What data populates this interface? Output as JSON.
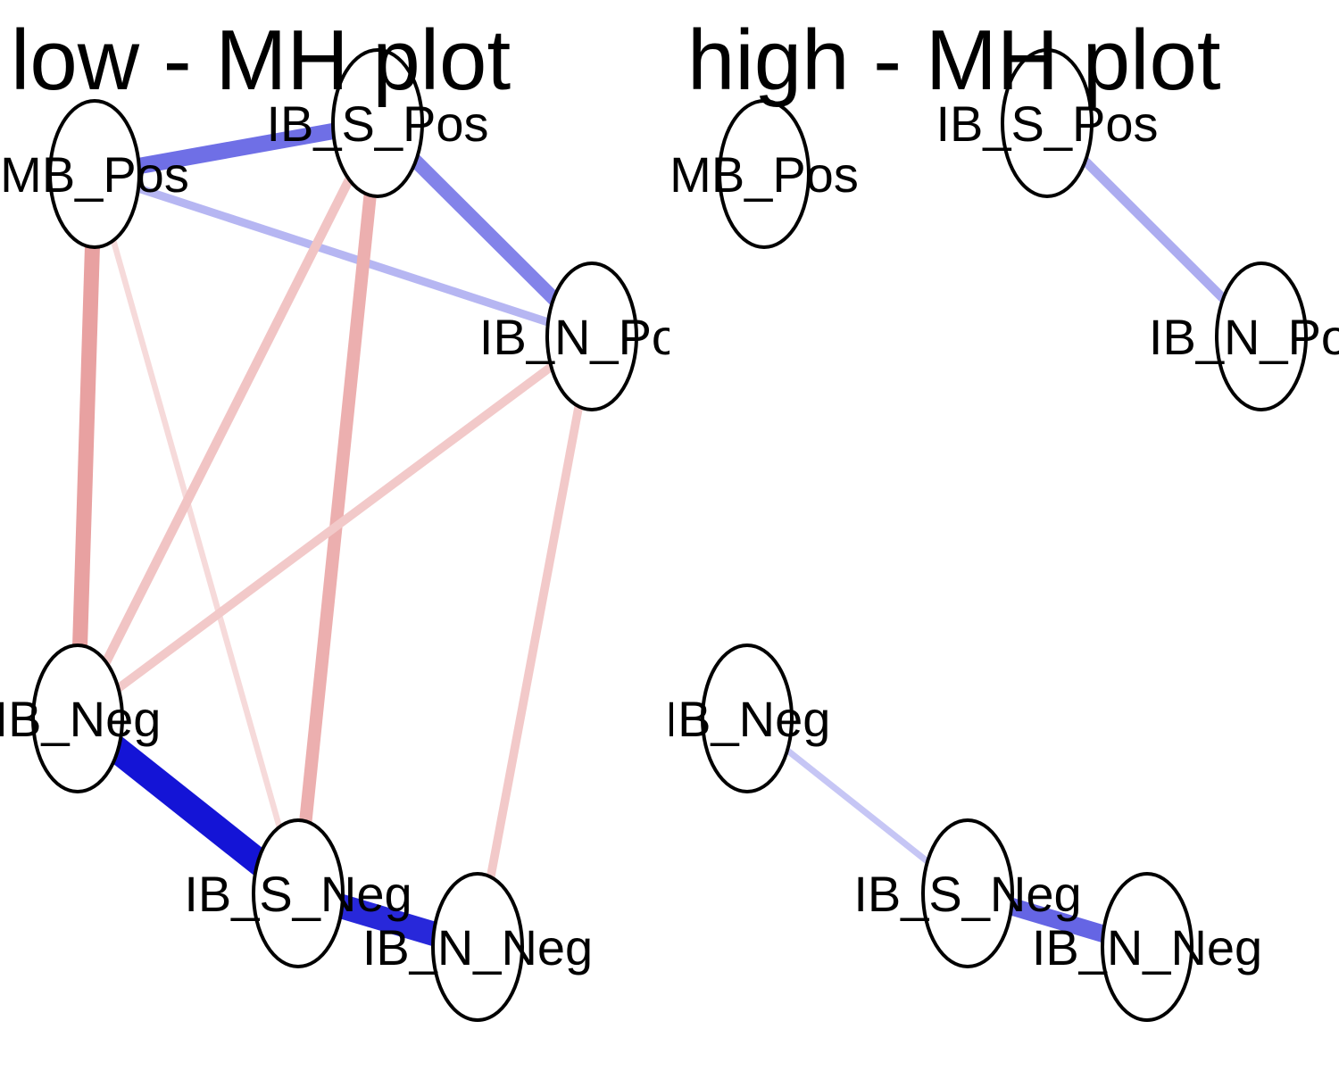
{
  "panels": [
    {
      "id": "low",
      "title": "low - MH plot",
      "nodes": [
        {
          "id": "MB_Pos",
          "label": "MB_Pos"
        },
        {
          "id": "IB_S_Pos",
          "label": "IB_S_Pos"
        },
        {
          "id": "IB_N_Pos",
          "label": "IB_N_Pos"
        },
        {
          "id": "IB_Neg",
          "label": "IB_Neg"
        },
        {
          "id": "IB_S_Neg",
          "label": "IB_S_Neg"
        },
        {
          "id": "IB_N_Neg",
          "label": "IB_N_Neg"
        }
      ],
      "edges": [
        {
          "from": "MB_Pos",
          "to": "IB_S_Pos",
          "sign": "positive",
          "strength": 0.55
        },
        {
          "from": "IB_S_Pos",
          "to": "IB_N_Pos",
          "sign": "positive",
          "strength": 0.45
        },
        {
          "from": "MB_Pos",
          "to": "IB_N_Pos",
          "sign": "positive",
          "strength": 0.2
        },
        {
          "from": "MB_Pos",
          "to": "IB_Neg",
          "sign": "negative",
          "strength": 0.5
        },
        {
          "from": "MB_Pos",
          "to": "IB_S_Neg",
          "sign": "negative",
          "strength": 0.1
        },
        {
          "from": "IB_S_Pos",
          "to": "IB_Neg",
          "sign": "negative",
          "strength": 0.25
        },
        {
          "from": "IB_S_Pos",
          "to": "IB_S_Neg",
          "sign": "negative",
          "strength": 0.4
        },
        {
          "from": "IB_N_Pos",
          "to": "IB_Neg",
          "sign": "negative",
          "strength": 0.22
        },
        {
          "from": "IB_N_Pos",
          "to": "IB_N_Neg",
          "sign": "negative",
          "strength": 0.22
        },
        {
          "from": "IB_Neg",
          "to": "IB_S_Neg",
          "sign": "positive",
          "strength": 1.0
        },
        {
          "from": "IB_S_Neg",
          "to": "IB_N_Neg",
          "sign": "positive",
          "strength": 0.9
        }
      ]
    },
    {
      "id": "high",
      "title": "high - MH plot",
      "nodes": [
        {
          "id": "MB_Pos",
          "label": "MB_Pos"
        },
        {
          "id": "IB_S_Pos",
          "label": "IB_S_Pos"
        },
        {
          "id": "IB_N_Pos",
          "label": "IB_N_Pos"
        },
        {
          "id": "IB_Neg",
          "label": "IB_Neg"
        },
        {
          "id": "IB_S_Neg",
          "label": "IB_S_Neg"
        },
        {
          "id": "IB_N_Neg",
          "label": "IB_N_Neg"
        }
      ],
      "edges": [
        {
          "from": "IB_S_Pos",
          "to": "IB_N_Pos",
          "sign": "positive",
          "strength": 0.25
        },
        {
          "from": "IB_Neg",
          "to": "IB_S_Neg",
          "sign": "positive",
          "strength": 0.12
        },
        {
          "from": "IB_S_Neg",
          "to": "IB_N_Neg",
          "sign": "positive",
          "strength": 0.6
        }
      ]
    }
  ],
  "colors": {
    "positive": "#1414d6",
    "negative": "#d75a5a",
    "background": "#ffffff",
    "node_fill": "#ffffff",
    "node_stroke": "#000000"
  }
}
